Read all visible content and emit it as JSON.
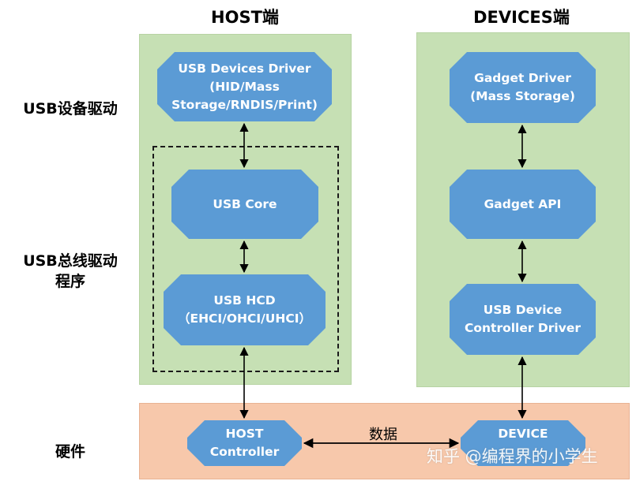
{
  "columns": {
    "host": "HOST端",
    "devices": "DEVICES端"
  },
  "rows": {
    "device_driver": "USB设备驱动",
    "bus_driver": "USB总线驱动\n程序",
    "hardware": "硬件"
  },
  "nodes": {
    "usb_devices_driver": "USB Devices Driver\n(HID/Mass\nStorage/RNDIS/Print)",
    "usb_core": "USB Core",
    "usb_hcd": "USB HCD\n（EHCI/OHCI/UHCI）",
    "host_controller": "HOST Controller",
    "gadget_driver": "Gadget Driver\n(Mass Storage)",
    "gadget_api": "Gadget API",
    "usb_device_controller_driver": "USB Device\nController Driver",
    "device": "DEVICE"
  },
  "edges": {
    "host_to_device_label": "数据"
  },
  "watermark": "知乎 @编程界的小学生",
  "colors": {
    "node_fill": "#5b9bd5",
    "panel_green": "#c6e0b4",
    "panel_orange": "#f7c8ab"
  }
}
